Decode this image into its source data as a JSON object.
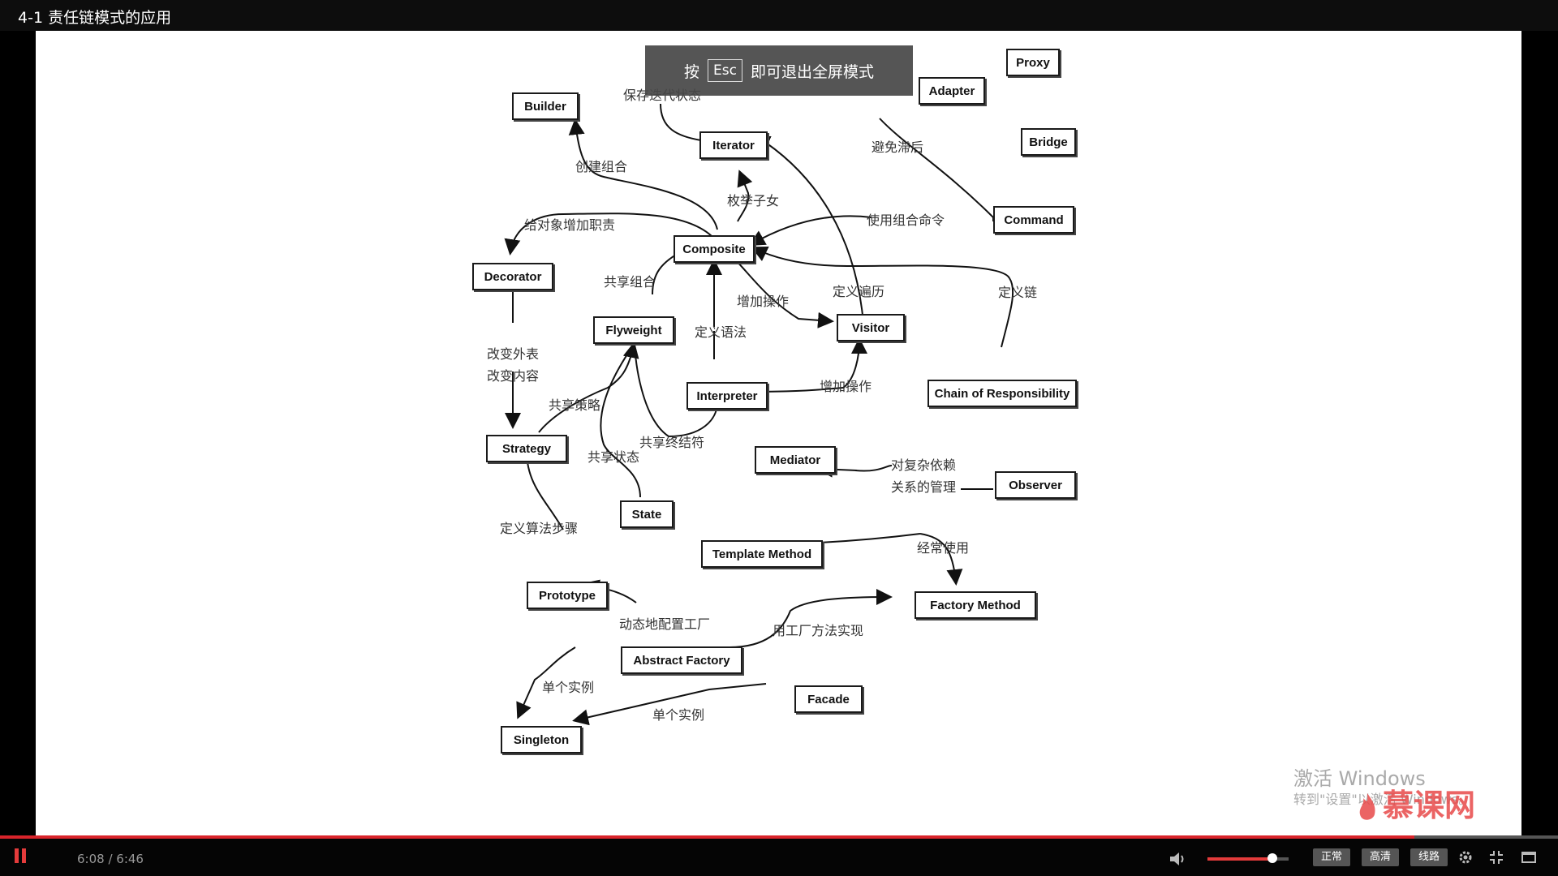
{
  "title": "4-1 责任链模式的应用",
  "toast": {
    "prefix": "按",
    "key": "Esc",
    "suffix": "即可退出全屏模式"
  },
  "diagram": {
    "nodes": {
      "proxy": "Proxy",
      "adapter": "Adapter",
      "builder": "Builder",
      "iterator": "Iterator",
      "bridge": "Bridge",
      "command": "Command",
      "composite": "Composite",
      "decorator": "Decorator",
      "flyweight": "Flyweight",
      "visitor": "Visitor",
      "interpreter": "Interpreter",
      "chain": "Chain of Responsibility",
      "strategy": "Strategy",
      "mediator": "Mediator",
      "observer": "Observer",
      "state": "State",
      "template": "Template Method",
      "prototype": "Prototype",
      "factory_method": "Factory Method",
      "abstract_factory": "Abstract Factory",
      "facade": "Facade",
      "singleton": "Singleton"
    },
    "edges": {
      "save_iter_state": "保存迭代状态",
      "avoid_lag": "避免滞后",
      "create_composite": "创建组合",
      "enum_children": "枚举子女",
      "add_responsibility": "给对象增加职责",
      "use_composite_cmd": "使用组合命令",
      "share_composite": "共享组合",
      "add_ops": "增加操作",
      "define_traverse": "定义遍历",
      "define_chain": "定义链",
      "define_grammar": "定义语法",
      "change_skin": "改变外表",
      "change_guts": "改变内容",
      "share_strategy": "共享策略",
      "add_ops2": "增加操作",
      "share_terminal": "共享终结符",
      "share_state": "共享状态",
      "complex_dep_1": "对复杂依赖",
      "complex_dep_2": "关系的管理",
      "define_algo": "定义算法步骤",
      "often_use": "经常使用",
      "config_factory": "动态地配置工厂",
      "impl_factory": "用工厂方法实现",
      "single_inst1": "单个实例",
      "single_inst2": "单个实例"
    }
  },
  "watermark": {
    "line1": "激活 Windows",
    "line2": "转到\"设置\"以激活 Windows。"
  },
  "brand": "慕课网",
  "player": {
    "time": "6:08 / 6:46",
    "progress": 0.908,
    "volume": 0.8,
    "quality_normal": "正常",
    "quality_hd": "高清",
    "route": "线路"
  },
  "colors": {
    "accent": "#d9242b",
    "bar": "#050505"
  }
}
